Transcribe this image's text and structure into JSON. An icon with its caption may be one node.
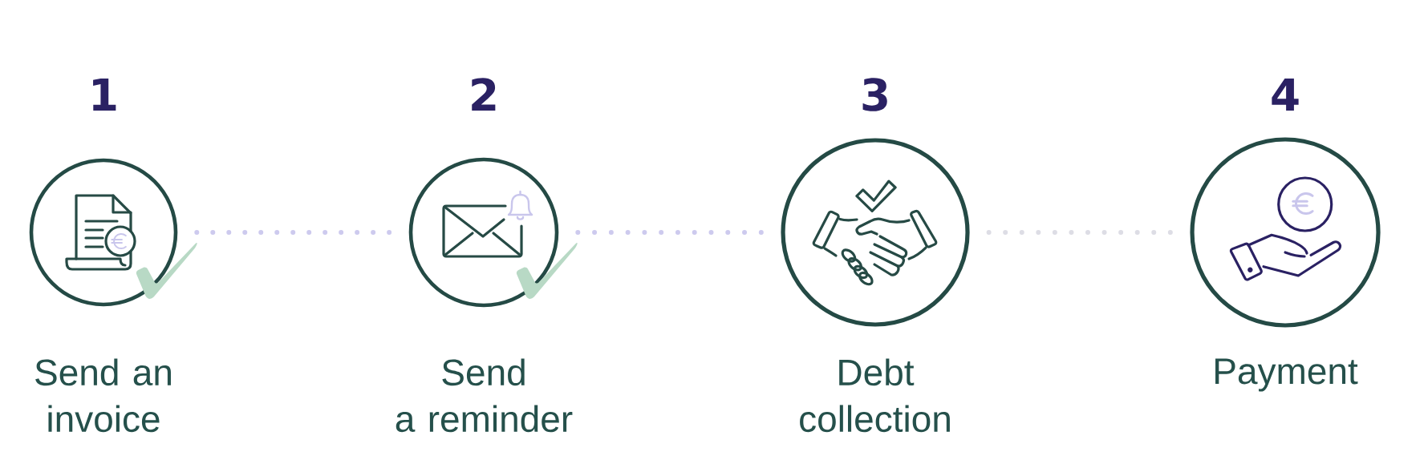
{
  "diagram": {
    "nodes": [
      {
        "text": [
          "1"
        ],
        "beside": [
          "Send an invoice"
        ]
      },
      {
        "text": [
          "2"
        ],
        "beside": [
          "Send a reminder"
        ]
      },
      {
        "text": [
          "3"
        ],
        "beside": [
          "Debt collection"
        ]
      },
      {
        "text": [
          "4"
        ],
        "beside": [
          "Payment"
        ]
      }
    ],
    "edges": [
      {
        "from": 0,
        "to": 1,
        "arrow": "none"
      },
      {
        "from": 1,
        "to": 2,
        "arrow": "none"
      },
      {
        "from": 2,
        "to": 3,
        "arrow": "none",
        "color": "#dddde5"
      }
    ]
  }
}
